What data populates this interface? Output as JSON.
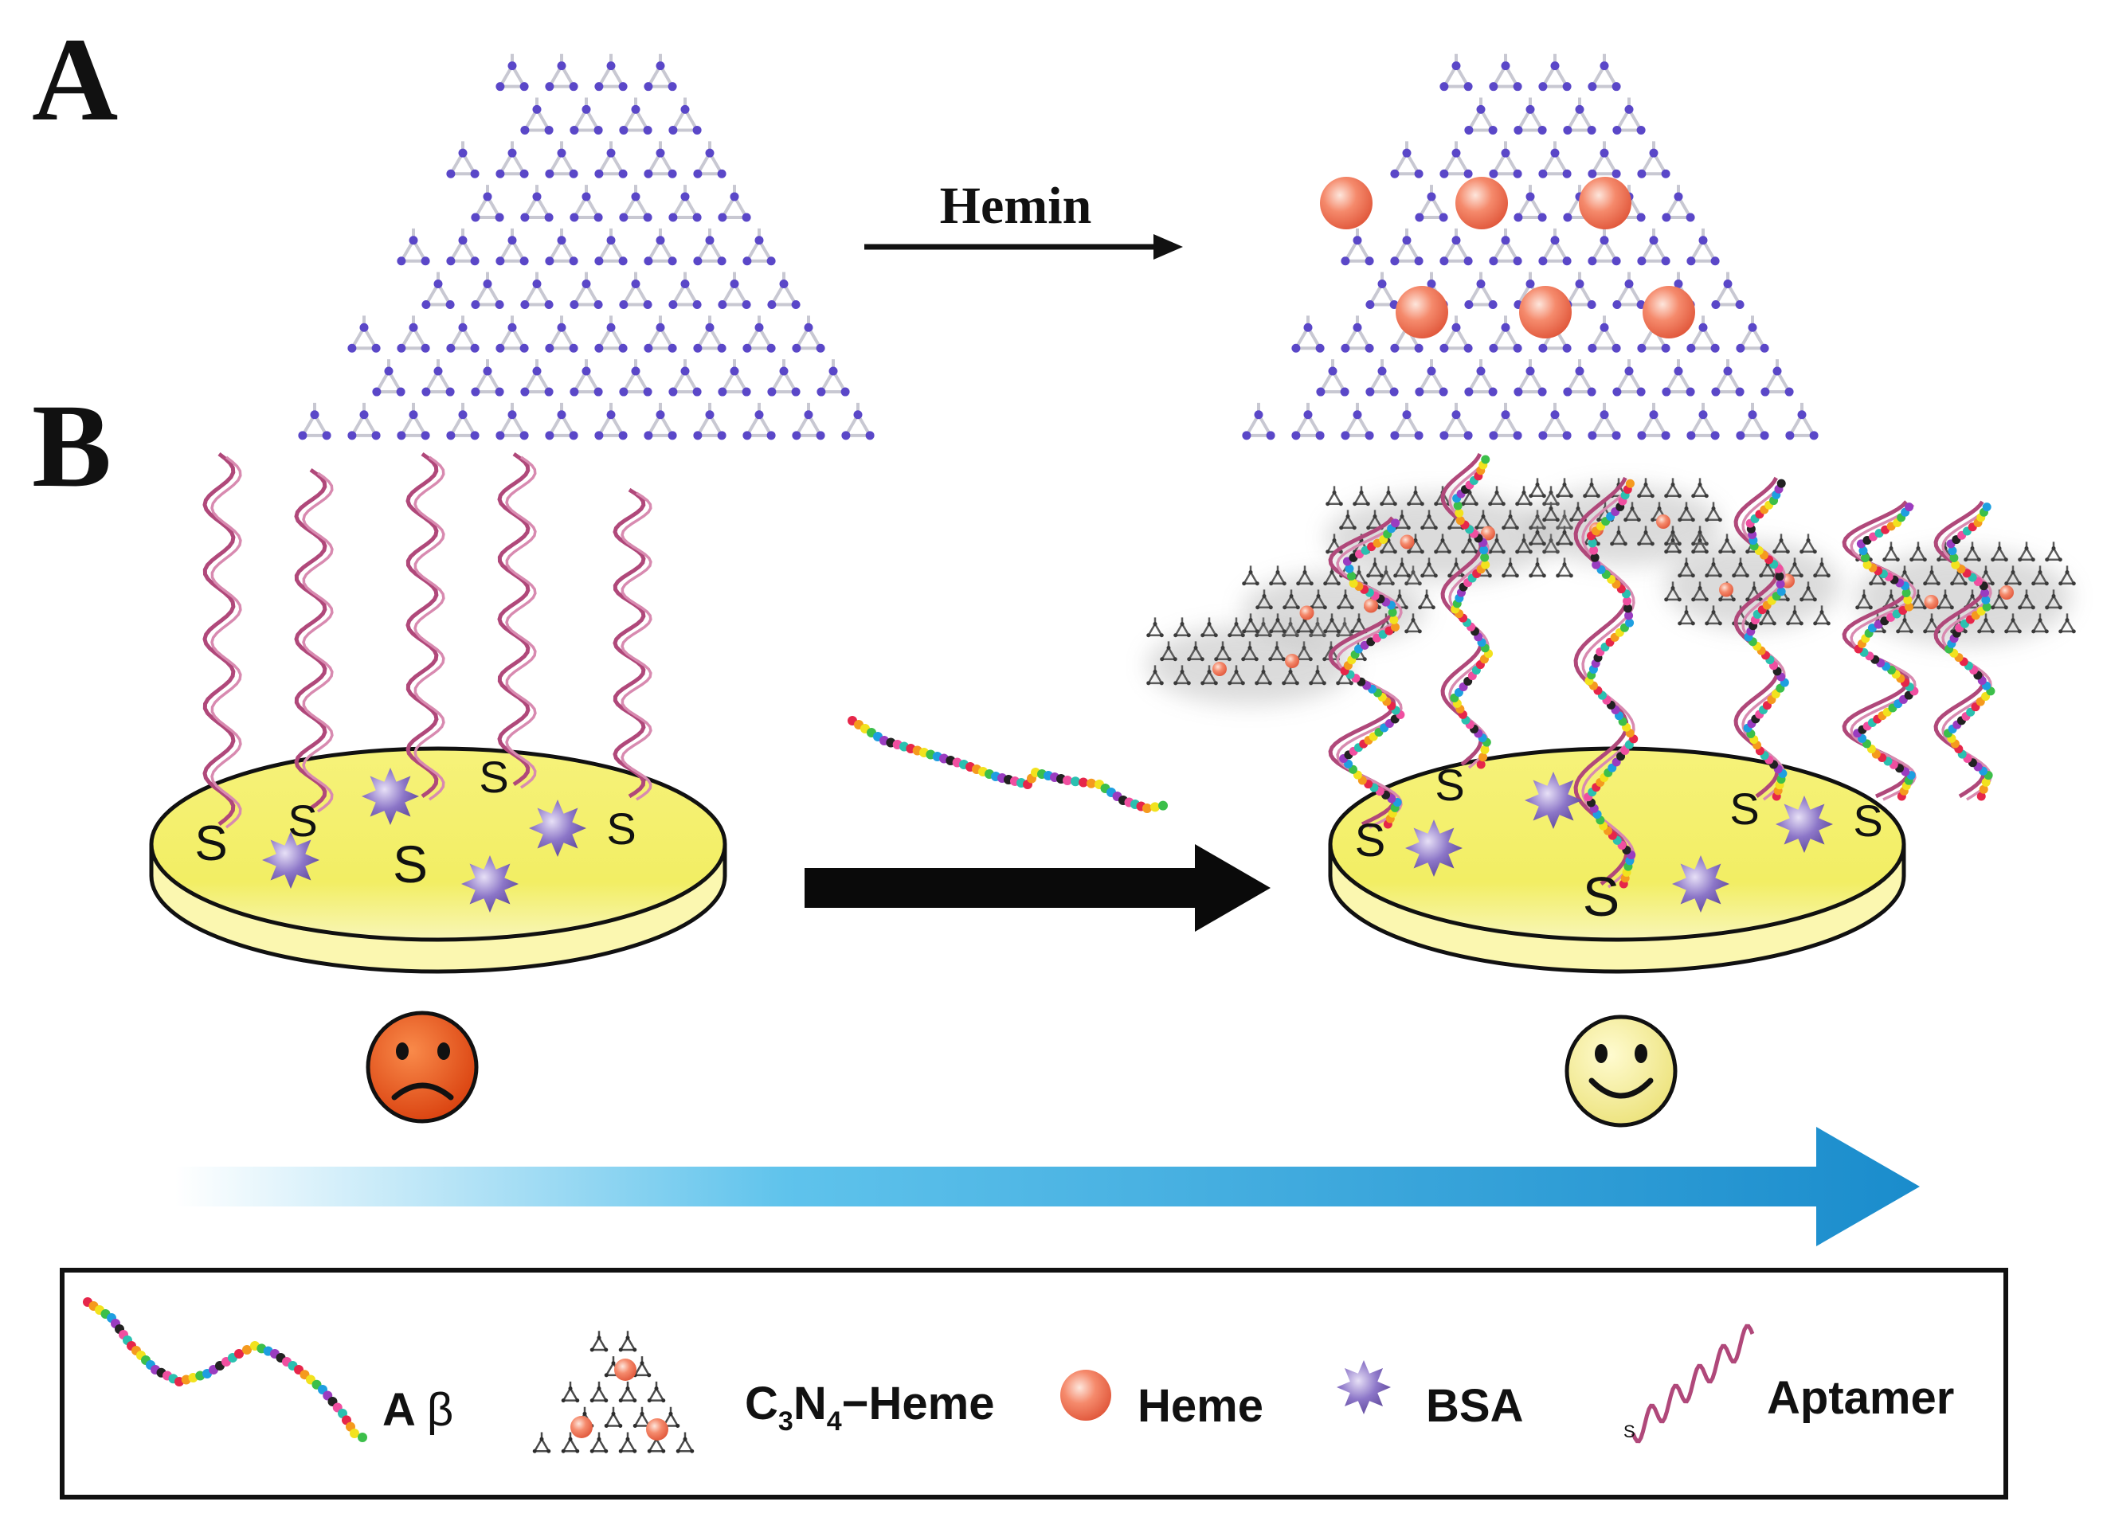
{
  "panels": {
    "a": {
      "letter": "A",
      "reaction_label": "Hemin"
    },
    "b": {
      "letter": "B"
    }
  },
  "legend": {
    "abeta": {
      "label_main": "A",
      "label_greek": "β"
    },
    "c3n4_heme": {
      "c": "C",
      "sub3": "3",
      "n": "N",
      "sub4": "4",
      "rest": "−Heme"
    },
    "heme": {
      "label": "Heme"
    },
    "bsa": {
      "label": "BSA"
    },
    "aptamer": {
      "label": "Aptamer",
      "thiol": "S"
    }
  },
  "thiol_symbol": "S",
  "colors": {
    "lattice_node": "#5a47c8",
    "lattice_bond": "#c8c8d2",
    "heme": "#f07a5c",
    "aptamer": "#b0487a",
    "gold_disc": "#f3ef6a",
    "bsa": "#7a62b8",
    "sad_face": "#e8501c",
    "happy_face": "#f6ef9a",
    "gradient_arrow": "#1a95d2"
  }
}
